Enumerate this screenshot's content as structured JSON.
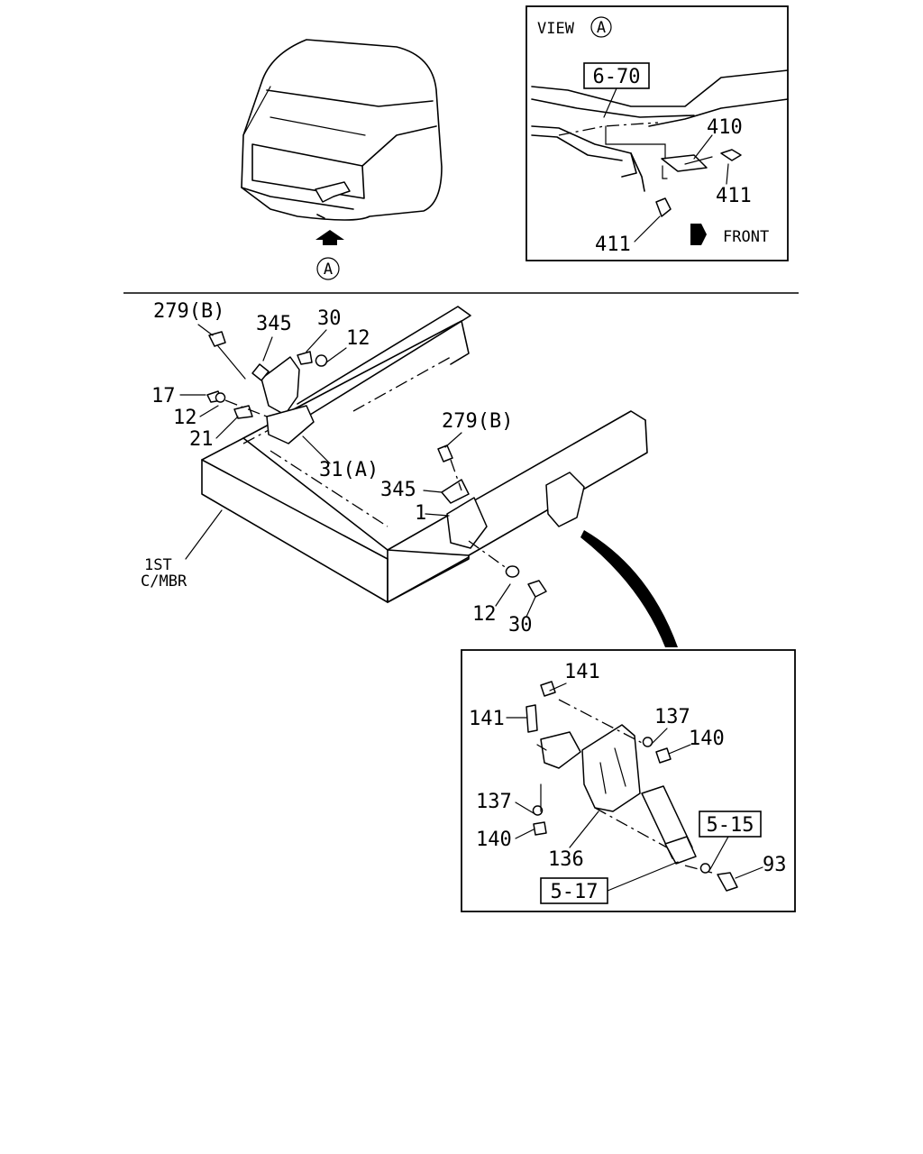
{
  "view_panel": {
    "title": "VIEW",
    "view_mark": "A",
    "ref_box": "6-70",
    "callout_410": "410",
    "callout_411_right": "411",
    "callout_411_bottom": "411",
    "front_label": "FRONT"
  },
  "cab_view": {
    "view_mark": "A"
  },
  "main": {
    "c279b_top": "279(B)",
    "c345_top": "345",
    "c30_top": "30",
    "c12_top": "12",
    "c17": "17",
    "c12_mid": "12",
    "c21": "21",
    "c31a": "31(A)",
    "c279b_mid": "279(B)",
    "c345_mid": "345",
    "c1": "1",
    "crossmember_line1": "1ST",
    "crossmember_line2": "C/MBR",
    "c12_bottom": "12",
    "c30_bottom": "30"
  },
  "detail": {
    "c141_top": "141",
    "c141_left": "141",
    "c137_right": "137",
    "c140_right": "140",
    "c137_left": "137",
    "c140_left": "140",
    "c136": "136",
    "ref_515": "5-15",
    "c93": "93",
    "ref_517": "5-17"
  }
}
